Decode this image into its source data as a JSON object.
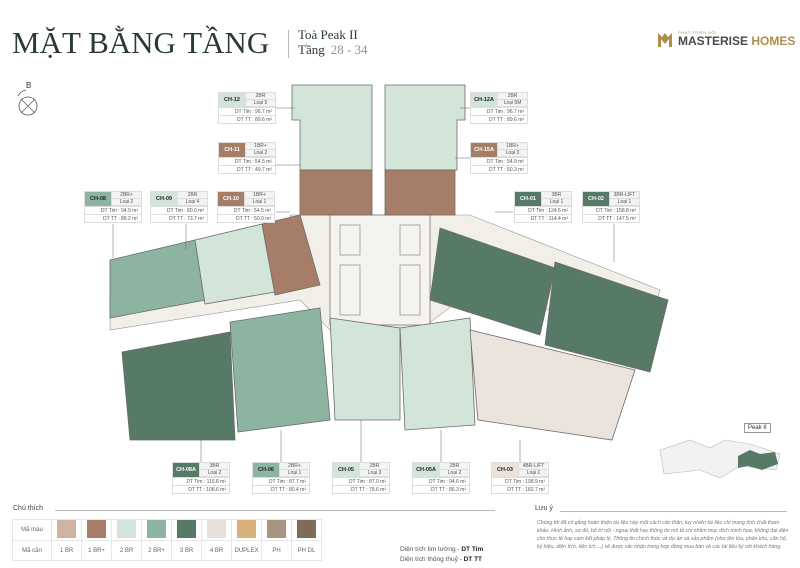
{
  "header": {
    "title": "MẶT BẰNG TẦNG",
    "tower": "Toà Peak II",
    "floor_label": "Tầng",
    "floors": "28 - 34"
  },
  "logo": {
    "tagline": "PHÁT TRIỂN BỞI",
    "brand_a": "MASTERISE",
    "brand_b": "HOMES"
  },
  "compass": {
    "label": "B",
    "icon": "compass-icon"
  },
  "units": [
    {
      "code": "CH-12",
      "type": "2BR",
      "layout": "Loại 5",
      "dt_tim": "96.7 m²",
      "dt_tt": "89.6 m²",
      "color": "#d3e4d8"
    },
    {
      "code": "CH-12A",
      "type": "2BR",
      "layout": "Loại 5M",
      "dt_tim": "96.7 m²",
      "dt_tt": "89.6 m²",
      "color": "#d3e4d8"
    },
    {
      "code": "CH-11",
      "type": "1BR+",
      "layout": "Loại 2",
      "dt_tim": "54.5 m²",
      "dt_tt": "49.7 m²",
      "color": "#a67d67"
    },
    {
      "code": "CH-15A",
      "type": "1BR+",
      "layout": "Loại 3",
      "dt_tim": "54.9 m²",
      "dt_tt": "50.3 m²",
      "color": "#a67d67"
    },
    {
      "code": "CH-08",
      "type": "2BR+",
      "layout": "Loại 2",
      "dt_tim": "94.9 m²",
      "dt_tt": "88.2 m²",
      "color": "#8db4a0"
    },
    {
      "code": "CH-09",
      "type": "2BR",
      "layout": "Loại 4",
      "dt_tim": "80.0 m²",
      "dt_tt": "73.7 m²",
      "color": "#d3e4d8"
    },
    {
      "code": "CH-10",
      "type": "1BR+",
      "layout": "Loại 1",
      "dt_tim": "54.5 m²",
      "dt_tt": "50.0 m²",
      "color": "#a67d67"
    },
    {
      "code": "CH-01",
      "type": "3BR",
      "layout": "Loại 1",
      "dt_tim": "124.6 m²",
      "dt_tt": "114.4 m²",
      "color": "#577a66"
    },
    {
      "code": "CH-02",
      "type": "3BR-LIFT",
      "layout": "Loại 1",
      "dt_tim": "158.8 m²",
      "dt_tt": "147.5 m²",
      "color": "#577a66"
    },
    {
      "code": "CH-08A",
      "type": "3BR",
      "layout": "Loại 2",
      "dt_tim": "116.8 m²",
      "dt_tt": "108.6 m²",
      "color": "#577a66"
    },
    {
      "code": "CH-06",
      "type": "2BR+",
      "layout": "Loại 1",
      "dt_tim": "87.7 m²",
      "dt_tt": "80.4 m²",
      "color": "#8db4a0"
    },
    {
      "code": "CH-05",
      "type": "2BR",
      "layout": "Loại 3",
      "dt_tim": "87.0 m²",
      "dt_tt": "78.6 m²",
      "color": "#d3e4d8"
    },
    {
      "code": "CH-05A",
      "type": "2BR",
      "layout": "Loại 2",
      "dt_tim": "94.6 m²",
      "dt_tt": "86.3 m²",
      "color": "#d3e4d8"
    },
    {
      "code": "CH-03",
      "type": "4BR-LIFT",
      "layout": "Loại 1",
      "dt_tim": "198.9 m²",
      "dt_tt": "182.7 m²",
      "color": "#ebe4dc"
    }
  ],
  "dt_tim_label": "DT Tim :",
  "dt_tt_label": "DT TT :",
  "legend": {
    "title": "Chú thích",
    "color_row_label": "Mã màu",
    "code_row_label": "Mã căn",
    "items": [
      {
        "label": "1 BR",
        "color": "#cdb3a0"
      },
      {
        "label": "1 BR+",
        "color": "#a67d67"
      },
      {
        "label": "2 BR",
        "color": "#d3e4d8"
      },
      {
        "label": "2 BR+",
        "color": "#8db4a0"
      },
      {
        "label": "3 BR",
        "color": "#577a66"
      },
      {
        "label": "4 BR",
        "color": "#e6e2da"
      },
      {
        "label": "DUPLEX",
        "color": "#d8b07a"
      },
      {
        "label": "PH",
        "color": "#a69580"
      },
      {
        "label": "PH DL",
        "color": "#7e6b58"
      }
    ],
    "area_tim_text": "Diện tích tim tường - ",
    "area_tim_abbr": "DT Tim",
    "area_tt_text": "Diện tích thông thuỷ - ",
    "area_tt_abbr": "DT TT"
  },
  "note": {
    "title": "Lưu ý",
    "text": "Chúng tôi đã cố gắng hoàn thiện tài liệu này một cách cẩn thận, tuy nhiên tài liệu chỉ mang tính chất tham khảo. Hình ảnh, sơ đồ, bố trí nội - ngoại thất hay thông tin mô tả chỉ nhằm mục đích minh họa, không đại diện cho thực tế hay cam kết pháp lý. Thông tin chính thức về dự án và sản phẩm (như tên tòa, phân khu, căn hộ, ký hiệu, diện tích, tiện ích,...) sẽ được xác nhận trong hợp đồng mua bán và các tài liệu ký với khách hàng."
  },
  "keymap": {
    "label": "Peak II"
  }
}
